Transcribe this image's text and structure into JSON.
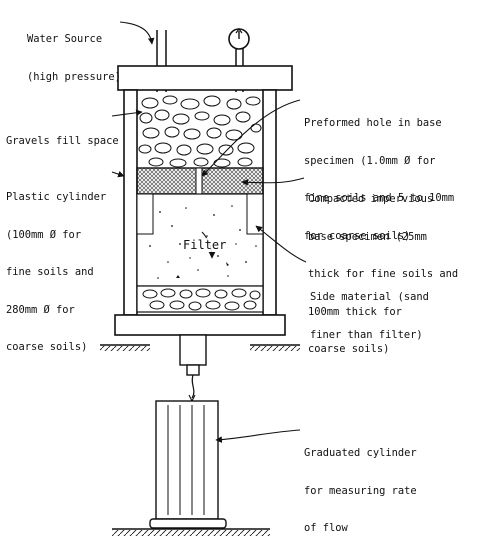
{
  "labels": {
    "water_source": [
      "Water Source",
      "(high pressure)"
    ],
    "gravels": [
      "Gravels fill space"
    ],
    "plastic_cylinder": [
      "Plastic cylinder",
      "(100mm Ø for",
      "fine soils and",
      "280mm Ø for",
      "coarse soils)"
    ],
    "preformed_hole": [
      "Preformed hole in base",
      "specimen (1.0mm Ø for",
      "fine soils and 5 to 10mm",
      "for coarse soils)"
    ],
    "base_specimen": [
      "Compacted impervious",
      "base specimen (25mm",
      "thick for fine soils and",
      "100mm thick for",
      "coarse soils)"
    ],
    "filter": "Filter",
    "side_material": [
      "Side material (sand",
      "finer than filter)"
    ],
    "graduated_cylinder": [
      "Graduated cylinder",
      "for measuring rate",
      "of flow"
    ]
  },
  "colors": {
    "ink": "#111111",
    "paper": "#ffffff",
    "hatch": "#555555"
  }
}
